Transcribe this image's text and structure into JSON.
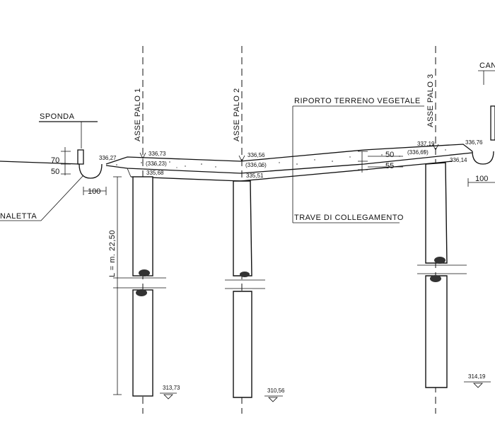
{
  "labels": {
    "sponda": "SPONDA",
    "canaletta": "NALETTA",
    "cana_right": "CAN",
    "asse_palo_1": "ASSE PALO 1",
    "asse_palo_2": "ASSE PALO 2",
    "asse_palo_3": "ASSE PALO 3",
    "riporto": "RIPORTO TERRENO VEGETALE",
    "trave": "TRAVE DI COLLEGAMENTO",
    "length": "L = m. 22,50"
  },
  "dimensions": {
    "d70": "70",
    "d50_left": "50",
    "d100_left": "100",
    "d50_right": "50",
    "d55": "55",
    "d100_right": "100"
  },
  "elevations": {
    "e336_27": "336,27",
    "e336_73": "336,73",
    "e336_23": "(336,23)",
    "e335_68": "335,68",
    "e336_56": "336,56",
    "e336_06": "(336,06)",
    "e335_51": "335,51",
    "e337_19": "337,19",
    "e336_69": "(336,69)",
    "e336_14": "336,14",
    "e336_76": "336,76",
    "e313_73": "313,73",
    "e310_56": "310,56",
    "e314_19": "314,19"
  }
}
